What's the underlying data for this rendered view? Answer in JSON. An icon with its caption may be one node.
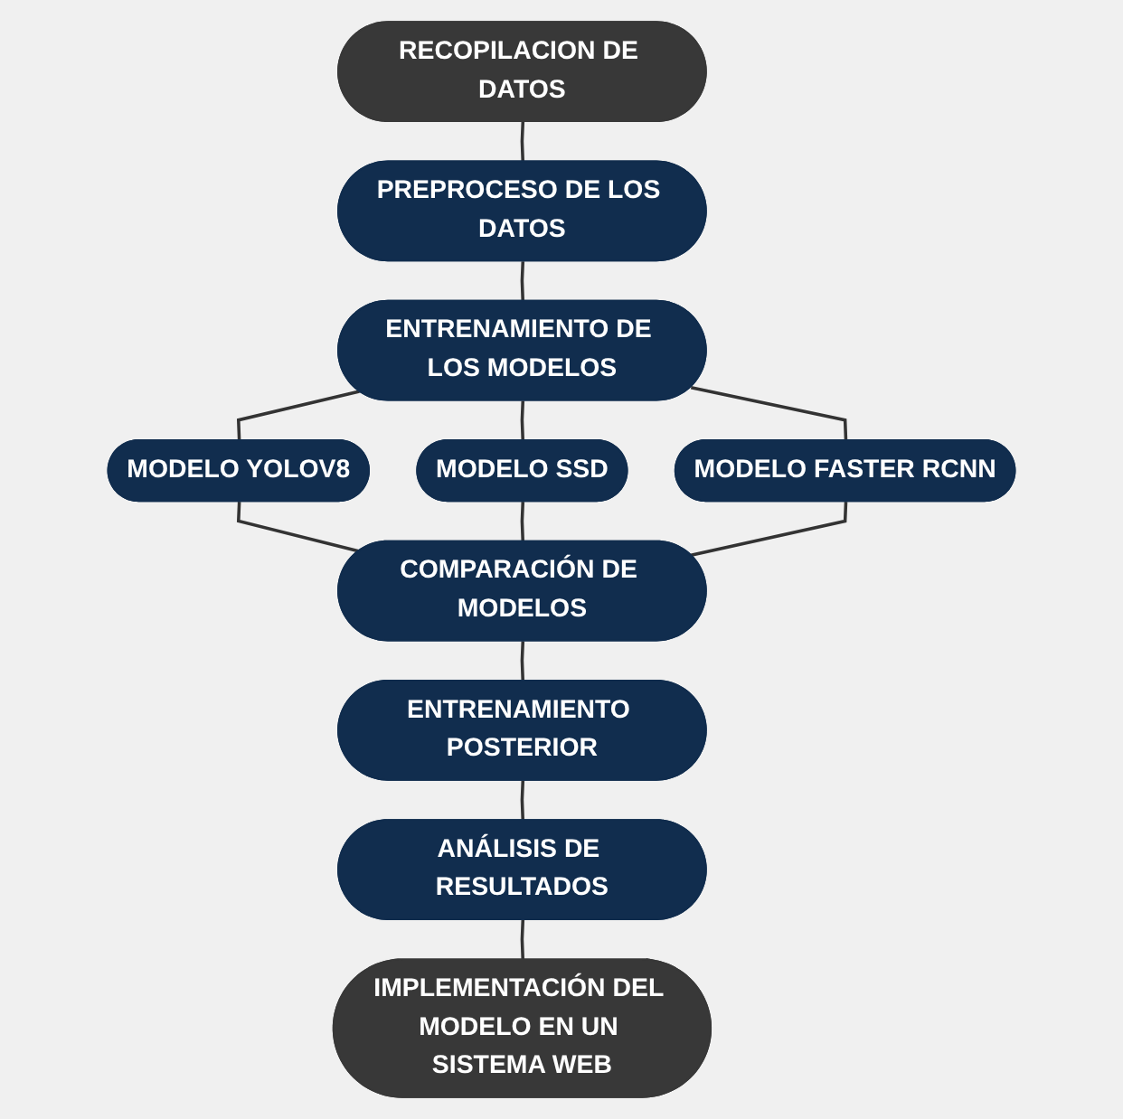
{
  "diagram": {
    "nodes": [
      {
        "text": [
          "RECOPILACION DE DATOS"
        ]
      },
      {
        "text": [
          "PREPROCESO DE LOS DATOS"
        ]
      },
      {
        "text": [
          "ENTRENAMIENTO DE LOS MODELOS"
        ]
      },
      {
        "text": [
          "MODELO YOLOV8"
        ]
      },
      {
        "text": [
          "MODELO SSD"
        ]
      },
      {
        "text": [
          "MODELO FASTER RCNN"
        ]
      },
      {
        "text": [
          "COMPARACIÓN DE MODELOS"
        ]
      },
      {
        "text": [
          "ENTRENAMIENTO POSTERIOR"
        ]
      },
      {
        "text": [
          "ANÁLISIS DE RESULTADOS"
        ]
      },
      {
        "text": [
          "IMPLEMENTACIÓN DEL MODELO EN UN SISTEMA WEB"
        ]
      }
    ],
    "edges": [
      {
        "from": 0,
        "to": 1,
        "arrow": "none"
      },
      {
        "from": 1,
        "to": 2,
        "arrow": "none"
      },
      {
        "from": 2,
        "to": 3,
        "arrow": "none"
      },
      {
        "from": 2,
        "to": 4,
        "arrow": "none"
      },
      {
        "from": 2,
        "to": 5,
        "arrow": "none"
      },
      {
        "from": 3,
        "to": 6,
        "arrow": "none"
      },
      {
        "from": 4,
        "to": 6,
        "arrow": "none"
      },
      {
        "from": 5,
        "to": 6,
        "arrow": "none"
      },
      {
        "from": 6,
        "to": 7,
        "arrow": "none"
      },
      {
        "from": 7,
        "to": 8,
        "arrow": "none"
      },
      {
        "from": 8,
        "to": 9,
        "arrow": "none"
      }
    ]
  }
}
